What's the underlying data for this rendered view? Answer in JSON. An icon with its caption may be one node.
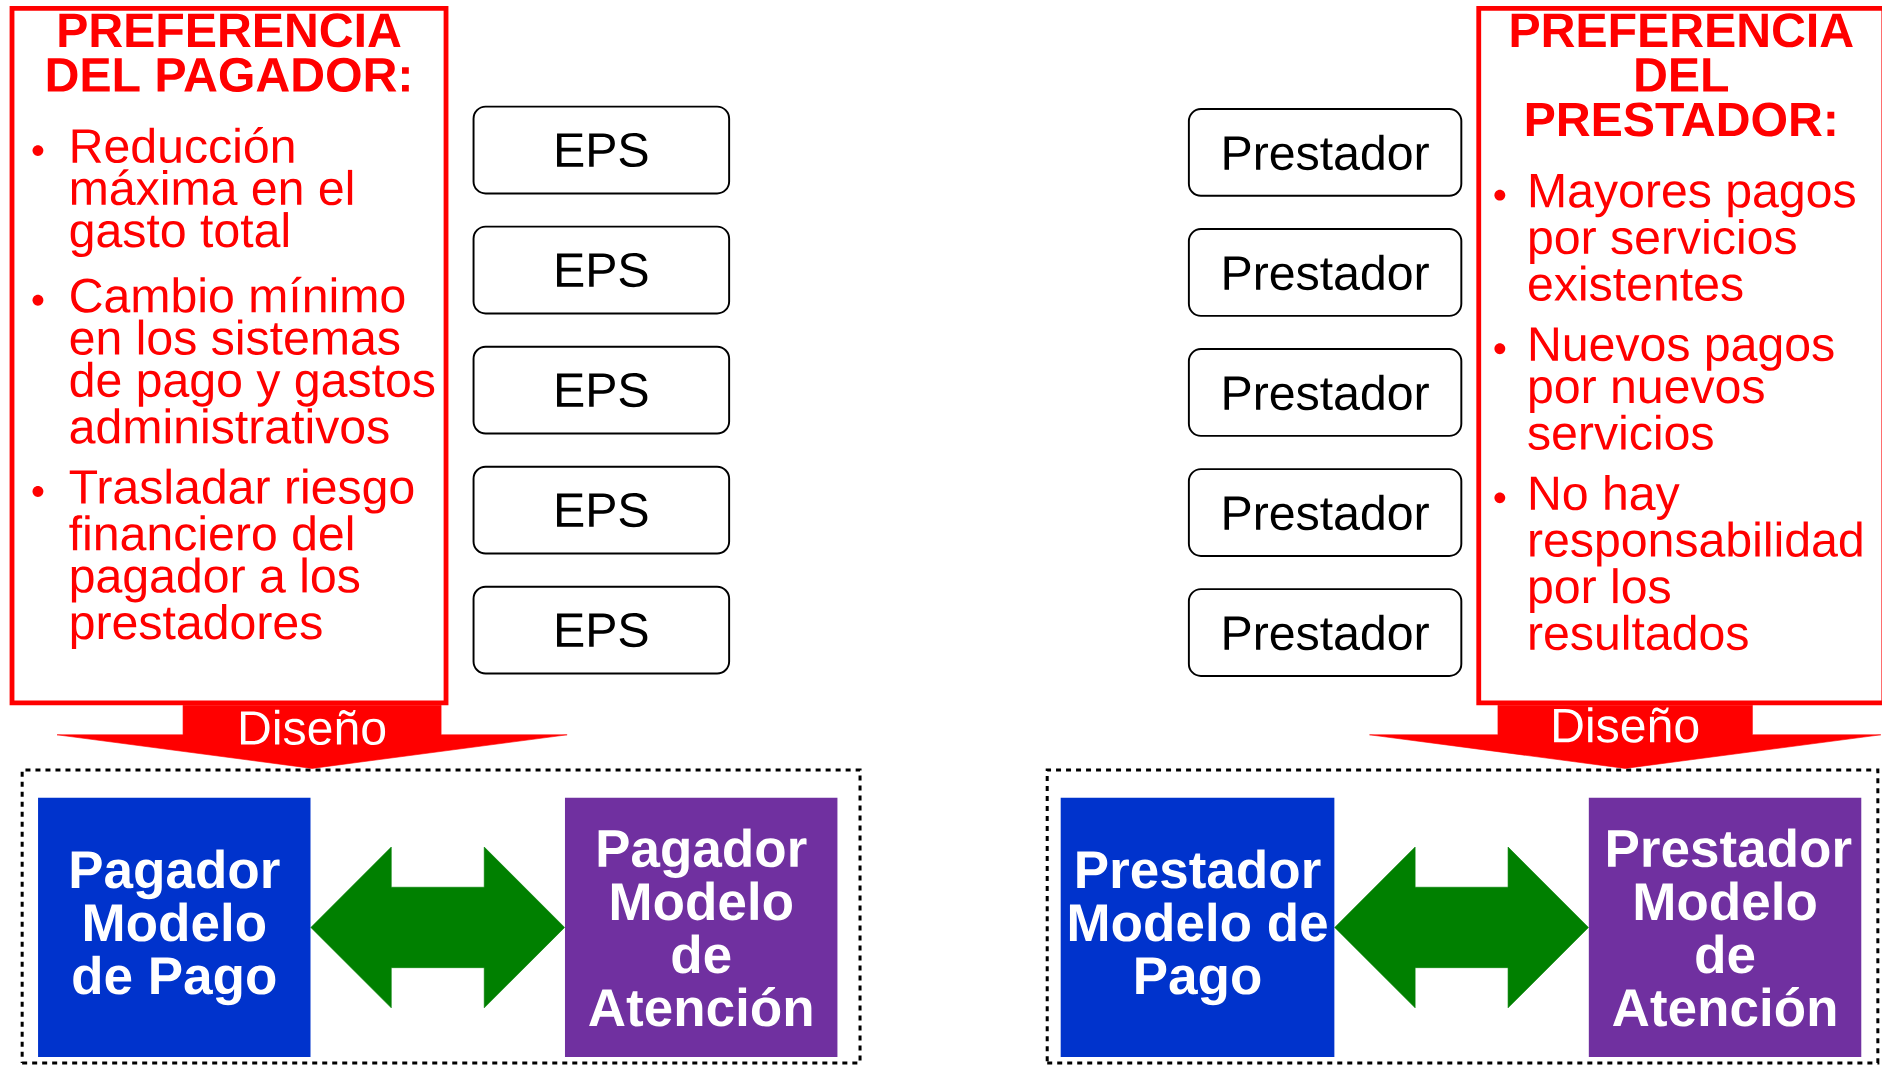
{
  "diagram": {
    "nodes": [
      {
        "text": [
          "PREFERENCIA DEL PAGADOR:",
          "Reducción máxima en el gasto total",
          "Cambio mínimo en los sistemas de pago y gastos administrativos",
          "Trasladar riesgo financiero del pagador a los prestadores"
        ]
      },
      {
        "text": [
          "EPS"
        ]
      },
      {
        "text": [
          "EPS"
        ]
      },
      {
        "text": [
          "EPS"
        ]
      },
      {
        "text": [
          "EPS"
        ]
      },
      {
        "text": [
          "EPS"
        ]
      },
      {
        "text": [
          "Prestador"
        ]
      },
      {
        "text": [
          "Prestador"
        ]
      },
      {
        "text": [
          "Prestador"
        ]
      },
      {
        "text": [
          "Prestador"
        ]
      },
      {
        "text": [
          "Prestador"
        ]
      },
      {
        "text": [
          "PREFERENCIA DEL PRESTADOR:",
          "Mayores pagos por servicios existentes",
          "Nuevos pagos por nuevos servicios",
          "No hay responsabilidad por los resultados"
        ]
      },
      {
        "text": [],
        "shape": "box"
      },
      {
        "text": [
          "Pagador Modelo de Pago"
        ],
        "in": 12
      },
      {
        "text": [
          "Pagador Modelo de Atención"
        ],
        "in": 12
      },
      {
        "text": [],
        "shape": "box"
      },
      {
        "text": [
          "Prestador Modelo de Pago"
        ],
        "in": 15
      },
      {
        "text": [
          "Prestador Modelo de Atención"
        ],
        "in": 15
      }
    ],
    "edges": [
      {
        "from": 0,
        "to": 12,
        "arrow": "to",
        "label": "Diseño",
        "style": "thick",
        "color": "#ff0000"
      },
      {
        "from": 13,
        "to": 14,
        "arrow": "both",
        "style": "thick",
        "color": "#008000"
      },
      {
        "from": 11,
        "to": 15,
        "arrow": "to",
        "label": "Diseño",
        "style": "thick",
        "color": "#ff0000"
      },
      {
        "from": 16,
        "to": 17,
        "arrow": "both",
        "style": "thick",
        "color": "#008000"
      }
    ]
  }
}
